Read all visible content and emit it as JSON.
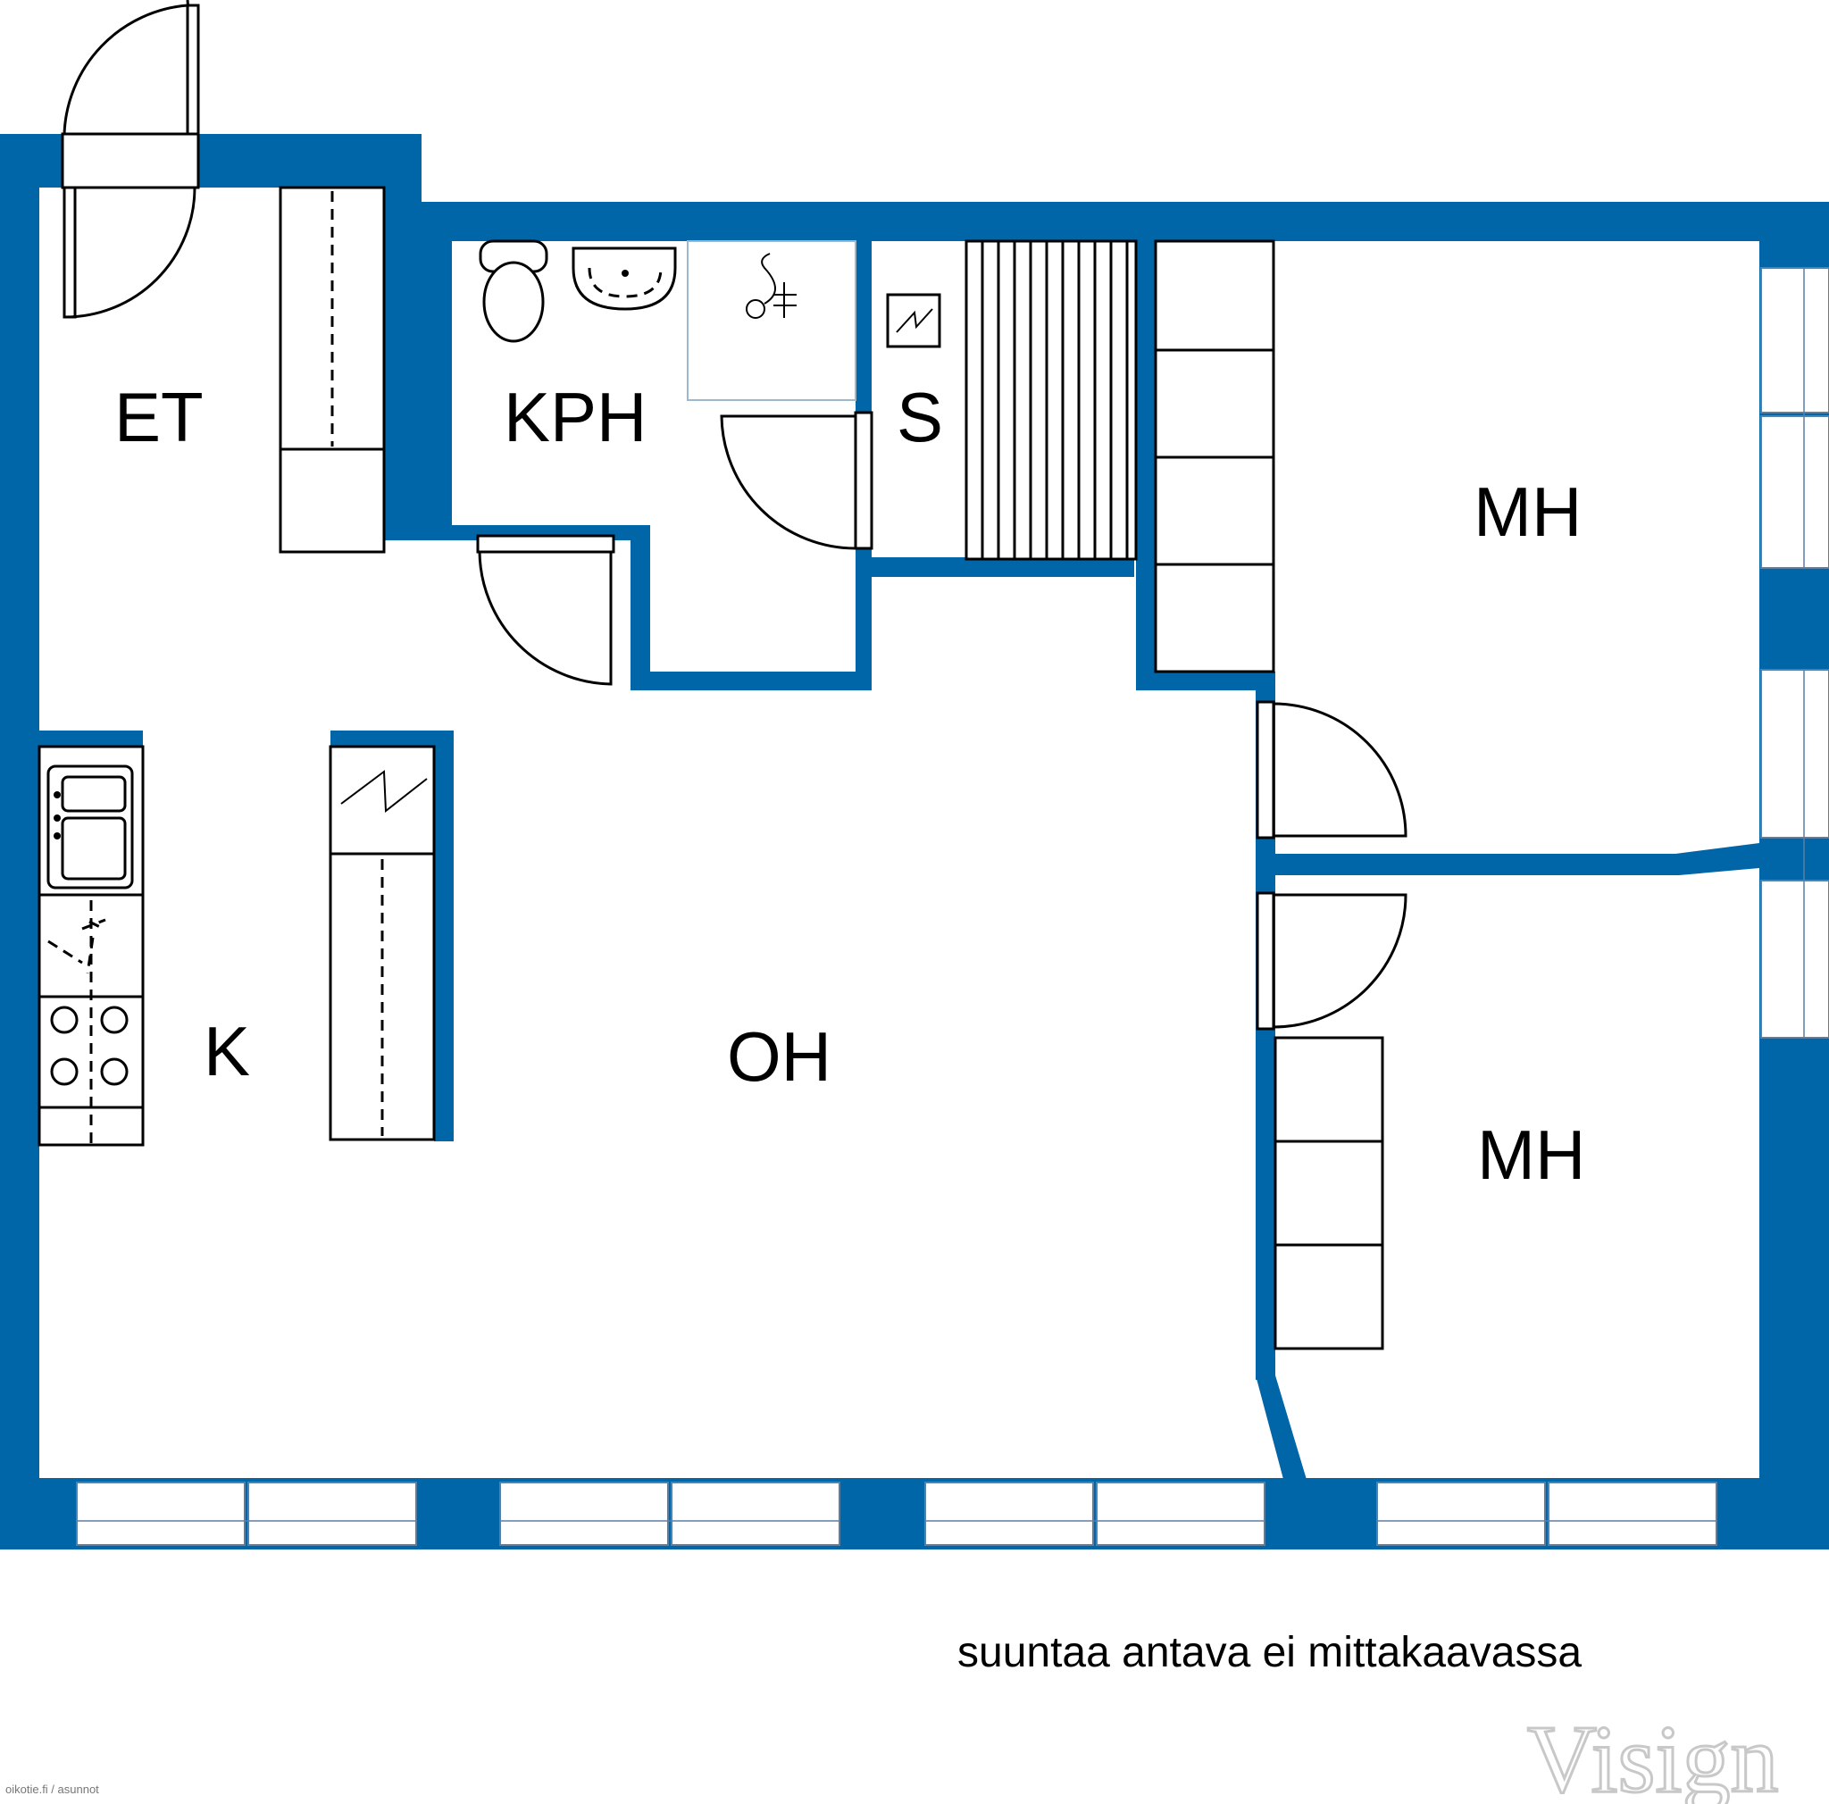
{
  "rooms": {
    "et": "ET",
    "kph": "KPH",
    "s": "S",
    "mh1": "MH",
    "mh2": "MH",
    "k": "K",
    "oh": "OH"
  },
  "note": "suuntaa antava ei mittakaavassa",
  "brand": "Visign",
  "source": "oikotie.fi / asunnot",
  "colors": {
    "wall": "#0066a8",
    "line": "#000000",
    "background": "#ffffff"
  }
}
